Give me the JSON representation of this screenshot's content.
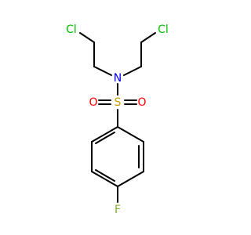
{
  "atoms": {
    "cl_left": {
      "text": "Cl",
      "color": "#00c000"
    },
    "cl_right": {
      "text": "Cl",
      "color": "#00c000"
    },
    "nitrogen": {
      "text": "N",
      "color": "#0000ff"
    },
    "sulfur": {
      "text": "S",
      "color": "#c8a000"
    },
    "oxygen_left": {
      "text": "O",
      "color": "#ff0000"
    },
    "oxygen_right": {
      "text": "O",
      "color": "#ff0000"
    },
    "fluorine": {
      "text": "F",
      "color": "#80b030"
    }
  }
}
